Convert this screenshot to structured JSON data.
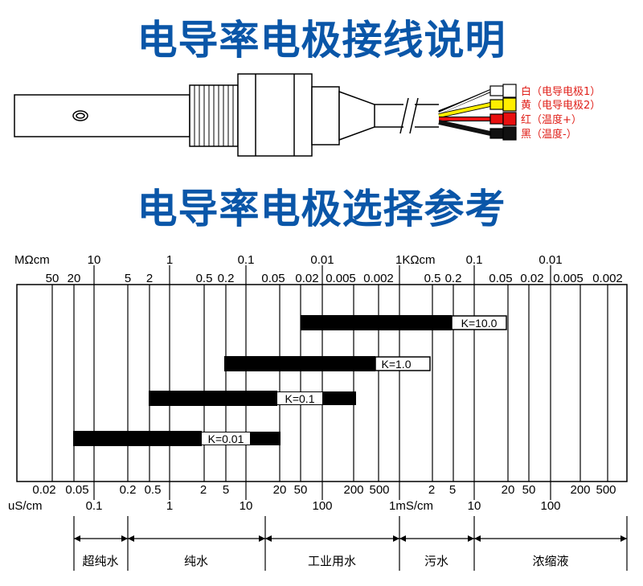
{
  "titles": {
    "wiring": "电导率电极接线说明",
    "selection": "电导率电极选择参考"
  },
  "wires": [
    {
      "label": "白（电导电极1）",
      "color": "#ffffff"
    },
    {
      "label": "黄（电导电极2）",
      "color": "#ffee00"
    },
    {
      "label": "红（温度+）",
      "color": "#e81010"
    },
    {
      "label": "黑（温度-）",
      "color": "#111111"
    }
  ],
  "scale": {
    "top_unit_left": "MΩcm",
    "top_unit_right": "1KΩcm",
    "top_major": [
      "10",
      "1",
      "0.1",
      "0.01",
      "0.1",
      "0.01"
    ],
    "top_minor": [
      "50",
      "20",
      "5",
      "2",
      "0.5",
      "0.2",
      "0.05",
      "0.02",
      "0.005",
      "0.002",
      "0.5",
      "0.2",
      "0.05",
      "0.02",
      "0.005",
      "0.002"
    ],
    "bottom_minor": [
      "0.02",
      "0.05",
      "0.2",
      "0.5",
      "2",
      "5",
      "20",
      "50",
      "200",
      "500",
      "2",
      "5",
      "20",
      "50",
      "200",
      "500"
    ],
    "bottom_unit_left": "uS/cm",
    "bottom_unit_right": "1mS/cm",
    "bottom_major": [
      "0.1",
      "1",
      "10",
      "100",
      "10",
      "100"
    ]
  },
  "electrodes": [
    {
      "label": "K=10.0"
    },
    {
      "label": "K=1.0"
    },
    {
      "label": "K=0.1"
    },
    {
      "label": "K=0.01"
    }
  ],
  "ranges": [
    "超纯水",
    "纯水",
    "工业用水",
    "污水",
    "浓缩液"
  ]
}
